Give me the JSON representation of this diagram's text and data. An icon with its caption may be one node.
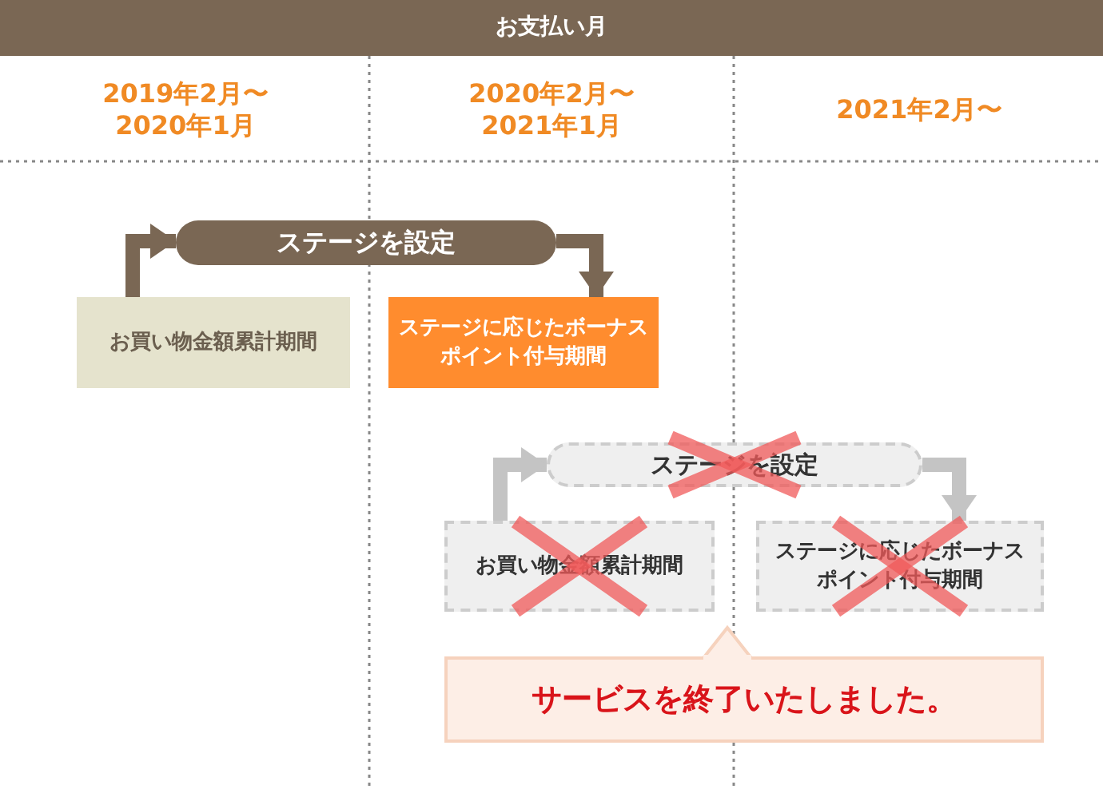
{
  "diagram": {
    "nodes": [
      {
        "text": [
          "お支払い月"
        ]
      },
      {
        "text": [
          "2019年2月〜2020年1月"
        ]
      },
      {
        "text": [
          "2020年2月〜2021年1月"
        ]
      },
      {
        "text": [
          "2021年2月〜"
        ]
      },
      {
        "text": [
          "ステージを設定"
        ]
      },
      {
        "text": [
          "お買い物金額累計期間"
        ]
      },
      {
        "text": [
          "ステージに応じたボーナスポイント付与期間"
        ]
      },
      {
        "text": [
          "ステージを設定"
        ]
      },
      {
        "text": [
          "お買い物金額累計期間"
        ]
      },
      {
        "text": [
          "ステージに応じたボーナスポイント付与期間"
        ]
      },
      {
        "text": [
          "サービスを終了いたしました。"
        ]
      }
    ],
    "edges": [
      {
        "from": 5,
        "to": 4,
        "arrow": "to",
        "color": "#7a6754"
      },
      {
        "from": 4,
        "to": 6,
        "arrow": "to",
        "color": "#7a6754"
      },
      {
        "from": 8,
        "to": 7,
        "arrow": "to",
        "color": "#c4c4c4"
      },
      {
        "from": 7,
        "to": 9,
        "arrow": "to",
        "color": "#c4c4c4"
      }
    ]
  }
}
